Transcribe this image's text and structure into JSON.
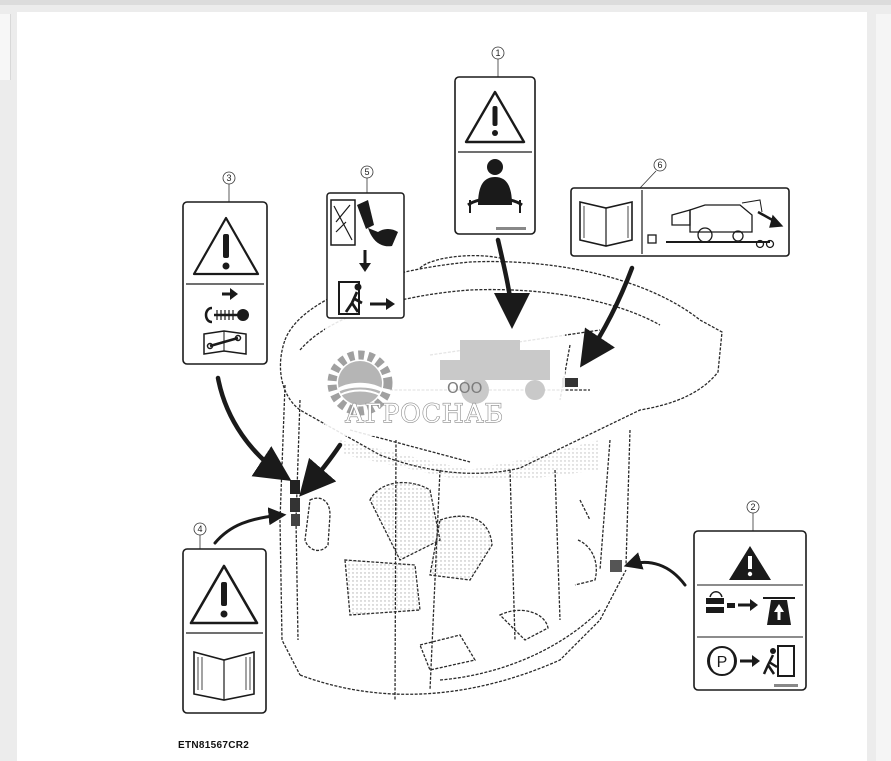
{
  "figure": {
    "code": "ETN81567CR2"
  },
  "watermark": {
    "prefix": "ООО",
    "brand": "АГРОСНАБ"
  },
  "callouts": [
    {
      "number": "1",
      "icons": [
        "warning-triangle-icon",
        "seated-operator-seatbelt-icon"
      ]
    },
    {
      "number": "2",
      "icons": [
        "warning-triangle-icon",
        "lower-header-then-exit-icon",
        "parking-brake-then-exit-icon"
      ]
    },
    {
      "number": "3",
      "icons": [
        "warning-triangle-icon",
        "remove-key-icon",
        "service-manual-icon"
      ]
    },
    {
      "number": "4",
      "icons": [
        "warning-triangle-icon",
        "read-manual-icon"
      ]
    },
    {
      "number": "5",
      "icons": [
        "break-glass-hammer-icon",
        "emergency-exit-icon"
      ]
    },
    {
      "number": "6",
      "icons": [
        "read-manual-icon",
        "combine-transport-icon"
      ]
    }
  ],
  "colors": {
    "ink": "#1a1a1a",
    "background": "#ffffff",
    "watermark": "#9a9a9a"
  }
}
